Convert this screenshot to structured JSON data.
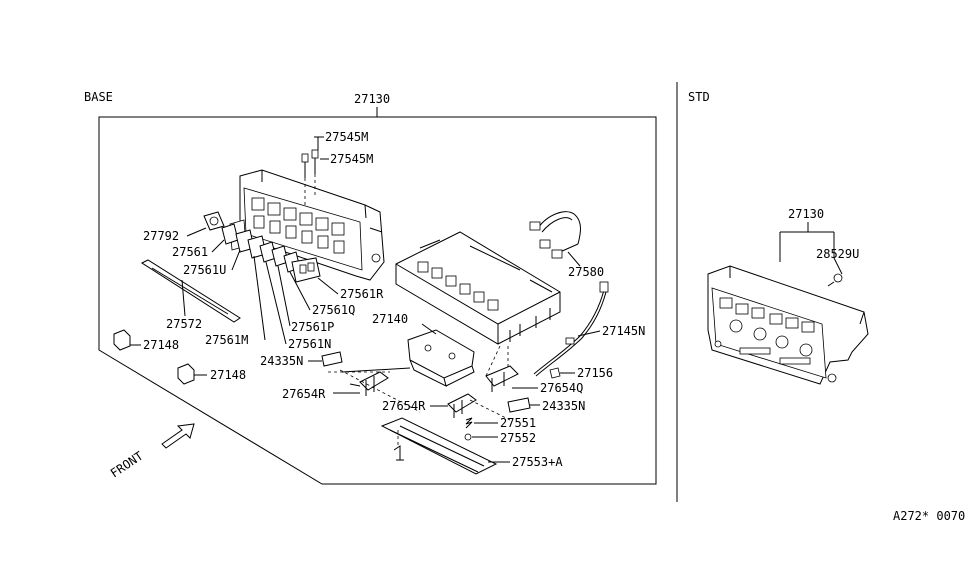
{
  "sections": {
    "base": "BASE",
    "std": "STD"
  },
  "front_label": "FRONT",
  "drawing_code": "A272* 0070",
  "labels": {
    "p27130_base": "27130",
    "p27545M_a": "27545M",
    "p27545M_b": "27545M",
    "p27792": "27792",
    "p27561": "27561",
    "p27561U": "27561U",
    "p27561R": "27561R",
    "p27561Q": "27561Q",
    "p27561P": "27561P",
    "p27561N": "27561N",
    "p27561M": "27561M",
    "p27572": "27572",
    "p27148_a": "27148",
    "p27148_b": "27148",
    "p27140": "27140",
    "p24335N_a": "24335N",
    "p27654R_a": "27654R",
    "p27654R_b": "27654R",
    "p27580": "27580",
    "p27145N": "27145N",
    "p27156": "27156",
    "p27654Q": "27654Q",
    "p24335N_b": "24335N",
    "p27551": "27551",
    "p27552": "27552",
    "p27553A": "27553+A",
    "p27130_std": "27130",
    "p28529U": "28529U"
  }
}
